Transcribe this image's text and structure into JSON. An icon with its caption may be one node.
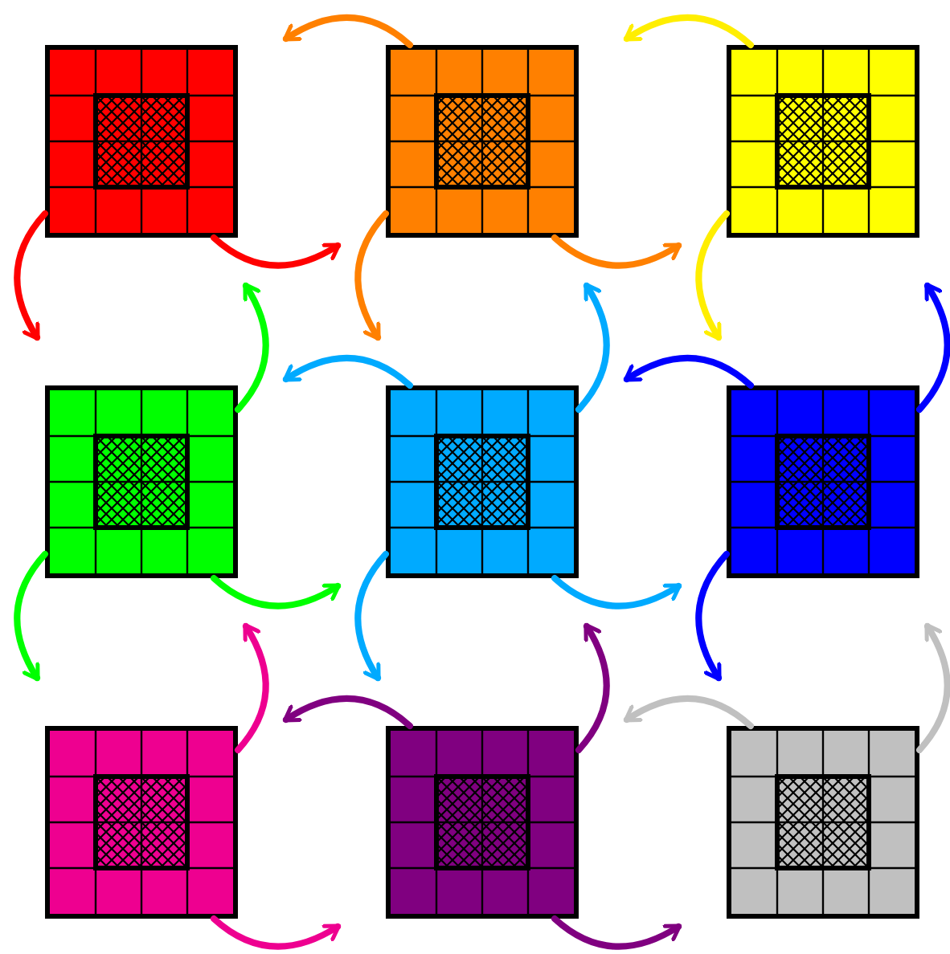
{
  "diagram": {
    "nodes": [
      {
        "text": [],
        "shape": "box"
      },
      {
        "text": [],
        "shape": "box"
      },
      {
        "text": [],
        "shape": "box"
      },
      {
        "text": [],
        "shape": "box"
      },
      {
        "text": [],
        "shape": "box"
      },
      {
        "text": [],
        "shape": "box"
      },
      {
        "text": [],
        "shape": "box"
      },
      {
        "text": [],
        "shape": "box"
      },
      {
        "text": [],
        "shape": "box"
      }
    ],
    "edges": [
      {
        "from": 0,
        "to": 3,
        "arrow": "to",
        "color": "#ff0000"
      },
      {
        "from": 0,
        "to": 1,
        "arrow": "to",
        "color": "#ff0000"
      },
      {
        "from": 1,
        "to": 0,
        "arrow": "to",
        "color": "#ff8000"
      },
      {
        "from": 1,
        "to": 4,
        "arrow": "to",
        "color": "#ff8000"
      },
      {
        "from": 1,
        "to": 2,
        "arrow": "to",
        "color": "#ff8000"
      },
      {
        "from": 2,
        "to": 1,
        "arrow": "to",
        "color": "#ffee00"
      },
      {
        "from": 2,
        "to": 5,
        "arrow": "to",
        "color": "#ffee00"
      },
      {
        "from": 3,
        "to": 6,
        "arrow": "to",
        "color": "#00ff00"
      },
      {
        "from": 3,
        "to": 4,
        "arrow": "to",
        "color": "#00ff00"
      },
      {
        "from": 3,
        "to": 0,
        "arrow": "to",
        "color": "#00ff00"
      },
      {
        "from": 4,
        "to": 3,
        "arrow": "to",
        "color": "#00aaff"
      },
      {
        "from": 4,
        "to": 7,
        "arrow": "to",
        "color": "#00aaff"
      },
      {
        "from": 4,
        "to": 5,
        "arrow": "to",
        "color": "#00aaff"
      },
      {
        "from": 4,
        "to": 1,
        "arrow": "to",
        "color": "#00aaff"
      },
      {
        "from": 5,
        "to": 4,
        "arrow": "to",
        "color": "#0000ff"
      },
      {
        "from": 5,
        "to": 8,
        "arrow": "to",
        "color": "#0000ff"
      },
      {
        "from": 5,
        "to": 2,
        "arrow": "to",
        "color": "#0000ff"
      },
      {
        "from": 6,
        "to": 7,
        "arrow": "to",
        "color": "#ee0090"
      },
      {
        "from": 6,
        "to": 3,
        "arrow": "to",
        "color": "#ee0090"
      },
      {
        "from": 7,
        "to": 6,
        "arrow": "to",
        "color": "#800080"
      },
      {
        "from": 7,
        "to": 8,
        "arrow": "to",
        "color": "#800080"
      },
      {
        "from": 7,
        "to": 4,
        "arrow": "to",
        "color": "#800080"
      },
      {
        "from": 8,
        "to": 7,
        "arrow": "to",
        "color": "#c0c0c0"
      },
      {
        "from": 8,
        "to": 5,
        "arrow": "to",
        "color": "#c0c0c0"
      }
    ]
  }
}
